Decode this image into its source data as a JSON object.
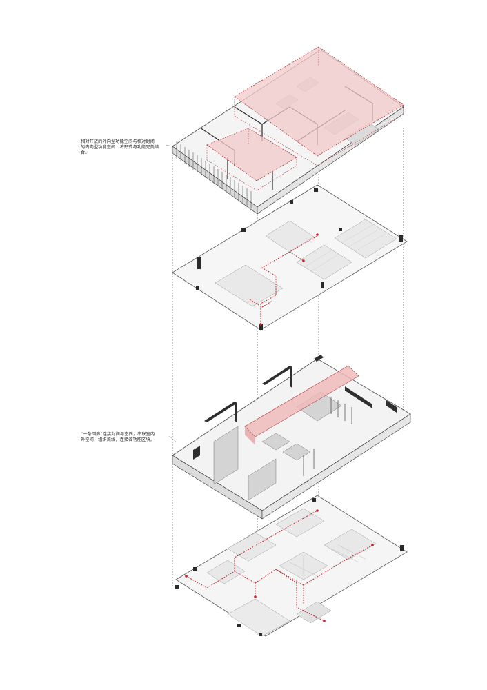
{
  "annotations": {
    "upper": {
      "lines": [
        "相对开放的外向型功能空间与相对封闭",
        "的内向型功能空间：将形式与功能完美结",
        "合。"
      ]
    },
    "lower": {
      "lines": [
        "“一条回廊”连接封闭与空间，串联室内",
        "外空间，组织流线，连接各功能区块。"
      ]
    }
  },
  "colors": {
    "highlight_fill": "#f3c9c9",
    "highlight_stroke": "#b0373a",
    "path_red": "#c0262b",
    "wall_dark": "#2a2a2a",
    "floor_gray": "#ececec",
    "line_gray": "#9a9a9a"
  }
}
